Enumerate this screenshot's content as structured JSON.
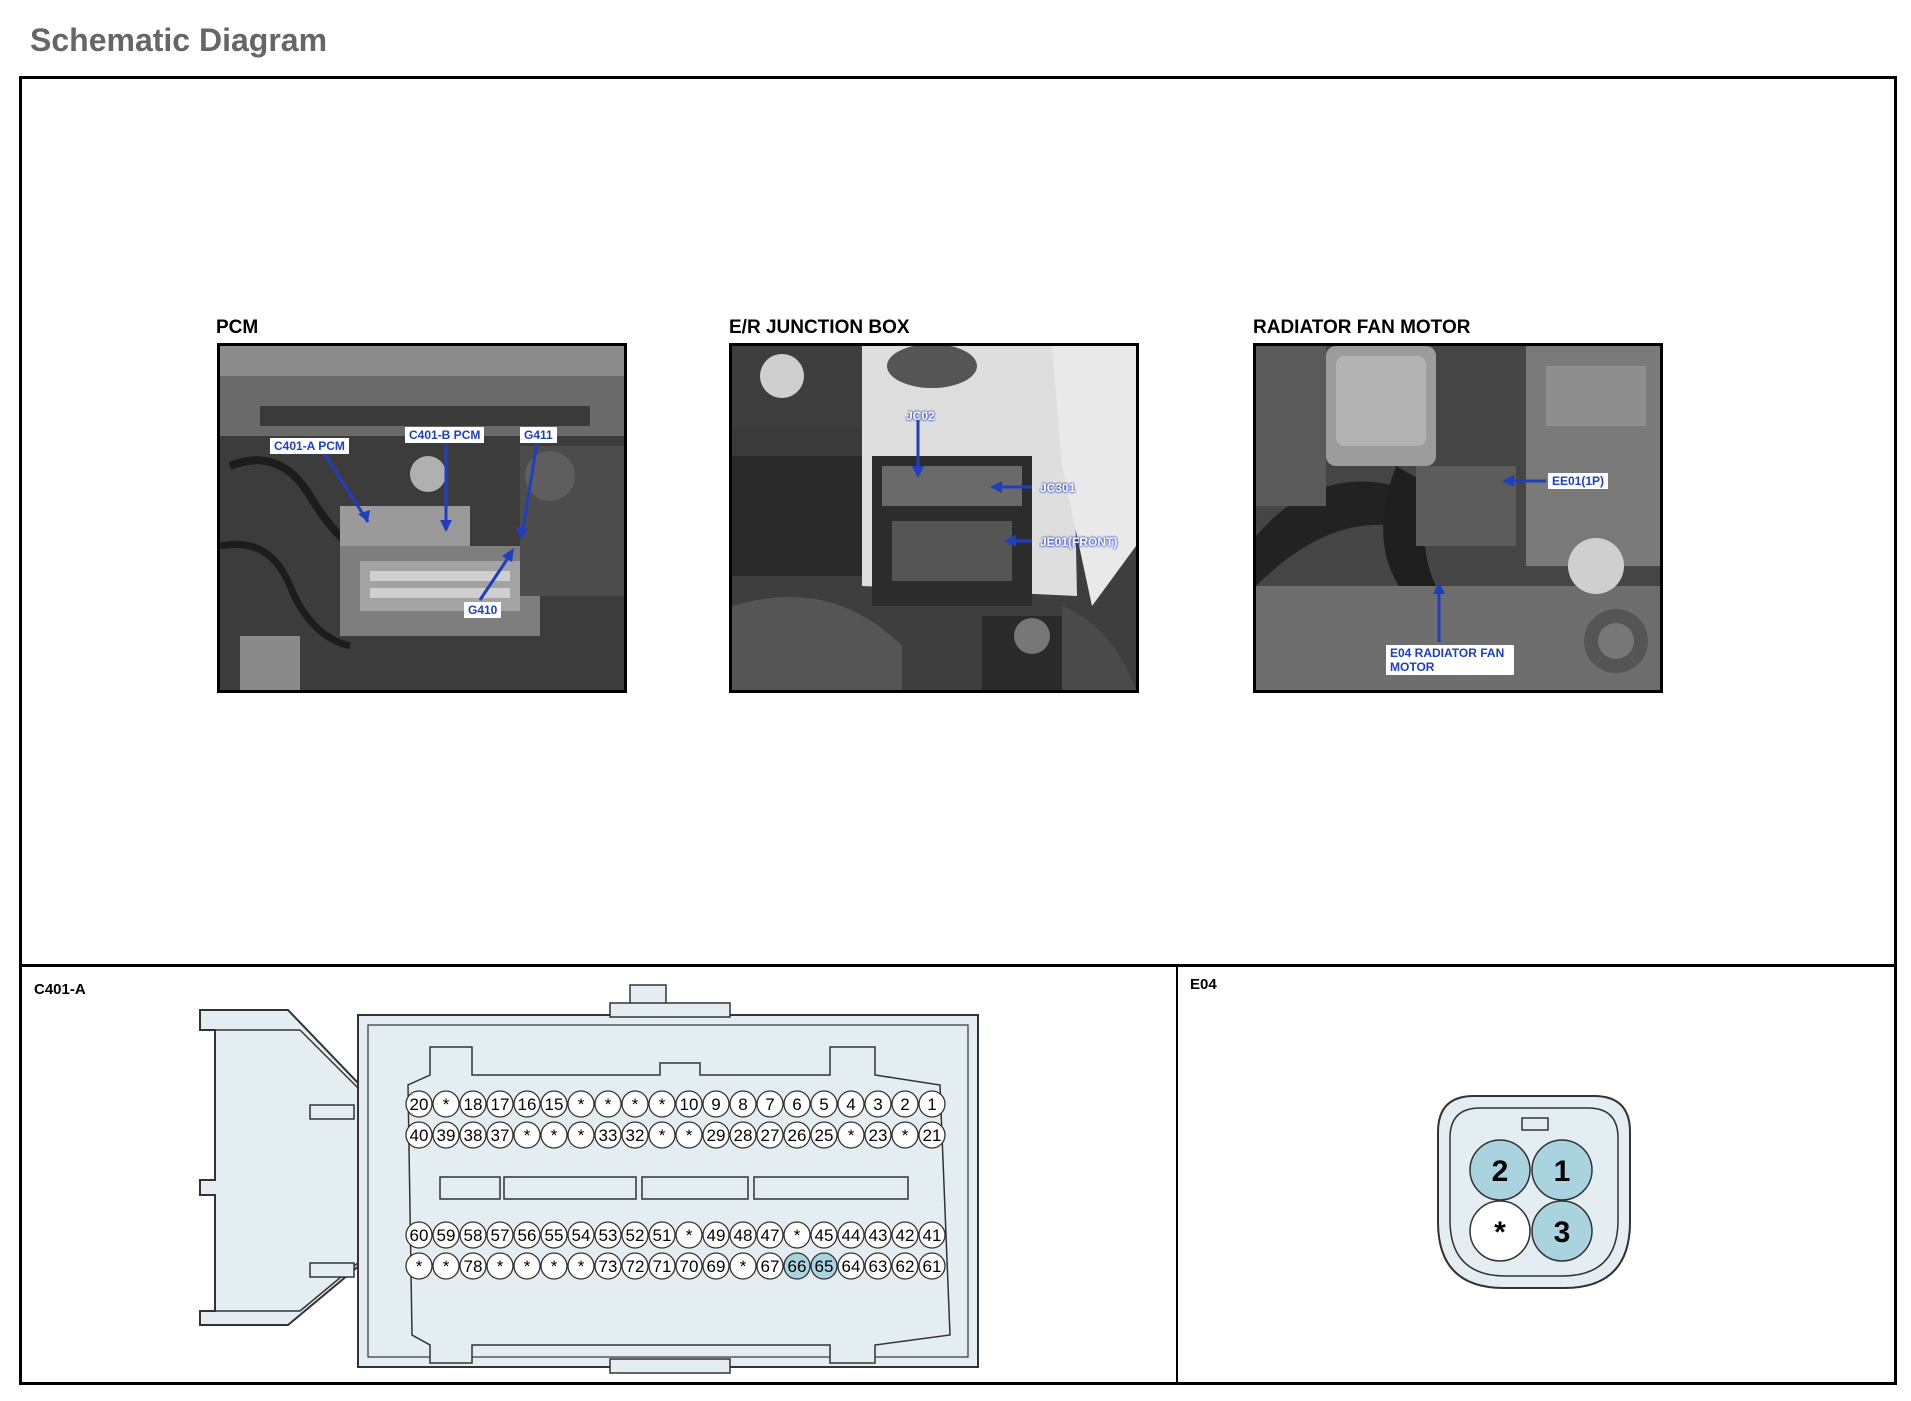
{
  "page_title": "Schematic Diagram",
  "photos": [
    {
      "title": "PCM",
      "callouts": [
        "C401-A PCM",
        "C401-B PCM",
        "G411",
        "G410"
      ]
    },
    {
      "title": "E/R JUNCTION BOX",
      "callouts": [
        "JC02",
        "JC301",
        "JE01(FRONT)"
      ]
    },
    {
      "title": "RADIATOR FAN MOTOR",
      "callouts": [
        "EE01(1P)",
        "E04 RADIATOR FAN MOTOR"
      ]
    }
  ],
  "callout_color": "#1f3fc0",
  "connector_fill": "#e4eef2",
  "highlight_fill": "#a9d3de",
  "c401a": {
    "label": "C401-A",
    "rows": [
      [
        "20",
        "*",
        "18",
        "17",
        "16",
        "15",
        "*",
        "*",
        "*",
        "*",
        "10",
        "9",
        "8",
        "7",
        "6",
        "5",
        "4",
        "3",
        "2",
        "1"
      ],
      [
        "40",
        "39",
        "38",
        "37",
        "*",
        "*",
        "*",
        "33",
        "32",
        "*",
        "*",
        "29",
        "28",
        "27",
        "26",
        "25",
        "*",
        "23",
        "*",
        "21"
      ],
      [
        "60",
        "59",
        "58",
        "57",
        "56",
        "55",
        "54",
        "53",
        "52",
        "51",
        "*",
        "49",
        "48",
        "47",
        "*",
        "45",
        "44",
        "43",
        "42",
        "41"
      ],
      [
        "*",
        "*",
        "78",
        "*",
        "*",
        "*",
        "*",
        "73",
        "72",
        "71",
        "70",
        "69",
        "*",
        "67",
        "66",
        "65",
        "64",
        "63",
        "62",
        "61"
      ]
    ],
    "highlighted_pins": [
      "66",
      "65"
    ]
  },
  "e04": {
    "label": "E04",
    "pins": [
      "2",
      "1",
      "*",
      "3"
    ],
    "highlighted_pins": [
      "2",
      "1",
      "3"
    ]
  }
}
